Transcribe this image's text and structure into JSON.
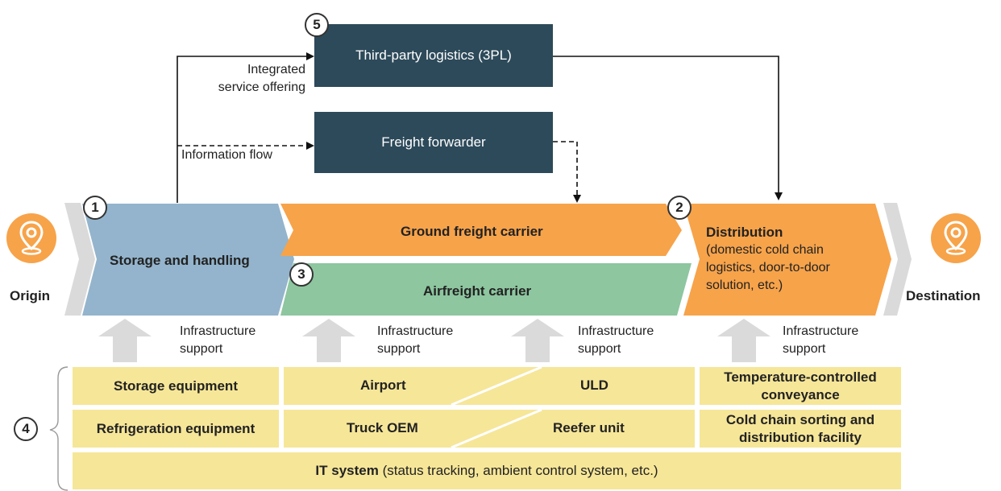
{
  "top": {
    "tpl_label": "Third-party logistics (3PL)",
    "ff_label": "Freight forwarder",
    "integrated_label_1": "Integrated",
    "integrated_label_2": "service offering",
    "info_flow_label": "Information flow"
  },
  "markers": {
    "m1": "1",
    "m2": "2",
    "m3": "3",
    "m4": "4",
    "m5": "5"
  },
  "ends": {
    "origin": "Origin",
    "destination": "Destination"
  },
  "stages": {
    "storage": "Storage and handling",
    "ground": "Ground freight carrier",
    "air": "Airfreight carrier",
    "distribution_title": "Distribution",
    "distribution_l1": "(domestic cold chain",
    "distribution_l2": "logistics, door-to-door",
    "distribution_l3": "solution, etc.)"
  },
  "support": {
    "line1": "Infrastructure",
    "line2": "support"
  },
  "infrastructure": {
    "storage_equipment": "Storage equipment",
    "refrigeration_equipment": "Refrigeration equipment",
    "airport": "Airport",
    "uld": "ULD",
    "truck_oem": "Truck OEM",
    "reefer_unit": "Reefer unit",
    "temp_conveyance_1": "Temperature-controlled",
    "temp_conveyance_2": "conveyance",
    "sorting_1": "Cold chain sorting and",
    "sorting_2": "distribution facility",
    "it_system_bold": "IT system",
    "it_system_rest": " (status tracking, ambient control system, etc.)"
  },
  "colors": {
    "dark_box": "#2d4a5a",
    "storage_blue": "#93b4cc",
    "orange": "#f7a34a",
    "green": "#8dc69f",
    "yellow": "#f6e698",
    "grey_arrow": "#dadada"
  }
}
